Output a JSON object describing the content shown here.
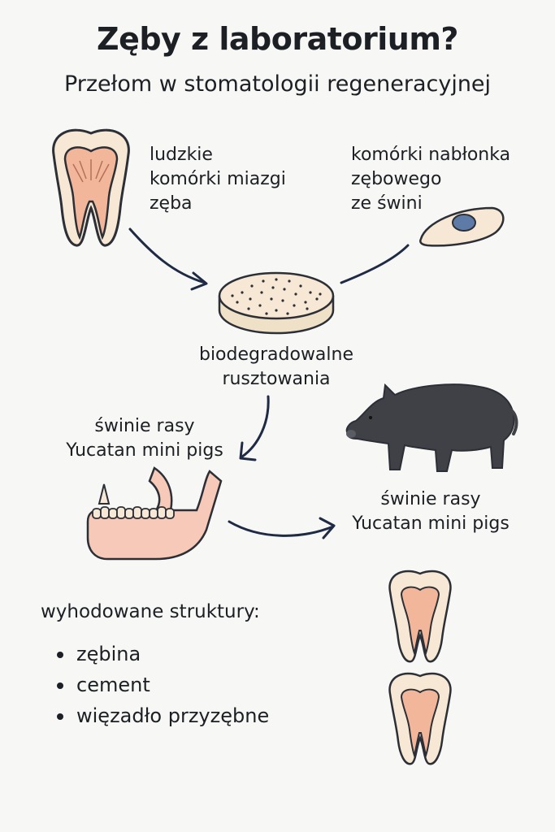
{
  "title": "Zęby z laboratorium?",
  "subtitle": "Przełom w stomatologii regeneracyjnej",
  "labels": {
    "human_pulp_cells": [
      "ludzkie",
      "komórki miazgi",
      "zęba"
    ],
    "pig_epithelial_cells": [
      "komórki nabłonka",
      "zębowego",
      "ze świni"
    ],
    "scaffold": [
      "biodegradowalne",
      "rusztowania"
    ],
    "pigs_left": [
      "świnie rasy",
      "Yucatan mini pigs"
    ],
    "pigs_right": [
      "świnie rasy",
      "Yucatan mini pigs"
    ]
  },
  "structures": {
    "heading": "wyhodowane struktury:",
    "items": [
      "zębina",
      "cement",
      "więzadło przyzębne"
    ]
  },
  "colors": {
    "outline": "#2c2f36",
    "arrow": "#1f2a44",
    "enamel": "#f6e8d4",
    "pulp": "#f2b79a",
    "gum": "#f6c9b8",
    "pig": "#3f4147",
    "nucleus": "#5d7ba6"
  },
  "icons": [
    "tooth-icon",
    "epithelial-cell-icon",
    "scaffold-disc-icon",
    "pig-icon",
    "jaw-icon",
    "grown-tooth-icon"
  ]
}
